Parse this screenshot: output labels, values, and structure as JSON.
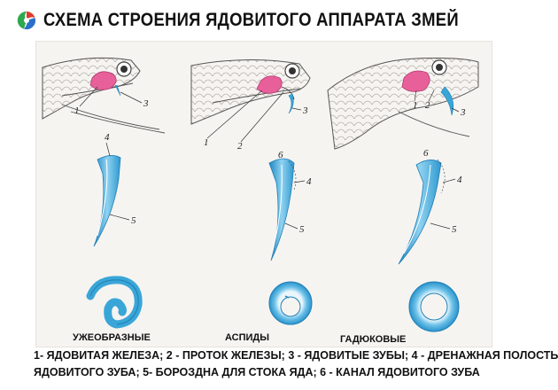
{
  "header": {
    "title": "СХЕМА СТРОЕНИЯ ЯДОВИТОГО АППАРАТА ЗМЕЙ",
    "logo_icon": "tricolor-swirl-logo-icon"
  },
  "diagram": {
    "snakes": [
      {
        "name": "УЖЕОБРАЗНЫЕ",
        "head_numbers": [
          "1",
          "3"
        ],
        "tooth_numbers": [
          "4",
          "5"
        ]
      },
      {
        "name": "АСПИДЫ",
        "head_numbers": [
          "1",
          "2",
          "3"
        ],
        "tooth_numbers": [
          "6",
          "4",
          "5"
        ]
      },
      {
        "name": "ГАДЮКОВЫЕ",
        "head_numbers": [
          "1",
          "2",
          "3"
        ],
        "tooth_numbers": [
          "6",
          "4",
          "5"
        ]
      }
    ],
    "colors": {
      "gland": "#e8609a",
      "tooth": "#3aa6d8",
      "tooth_light": "#a9dcf2",
      "ink": "#333333",
      "background": "#f6f4f1"
    }
  },
  "caption": {
    "line1": "1- ЯДОВИТАЯ ЖЕЛЕЗА; 2 - ПРОТОК ЖЕЛЕЗЫ; 3 - ЯДОВИТЫЕ ЗУБЫ; 4 - ДРЕНАЖНАЯ ПОЛОСТЬ",
    "line2": "ЯДОВИТОГО ЗУБА; 5- БОРОЗДНА ДЛЯ СТОКА ЯДА; 6 - КАНАЛ ЯДОВИТОГО ЗУБА"
  }
}
